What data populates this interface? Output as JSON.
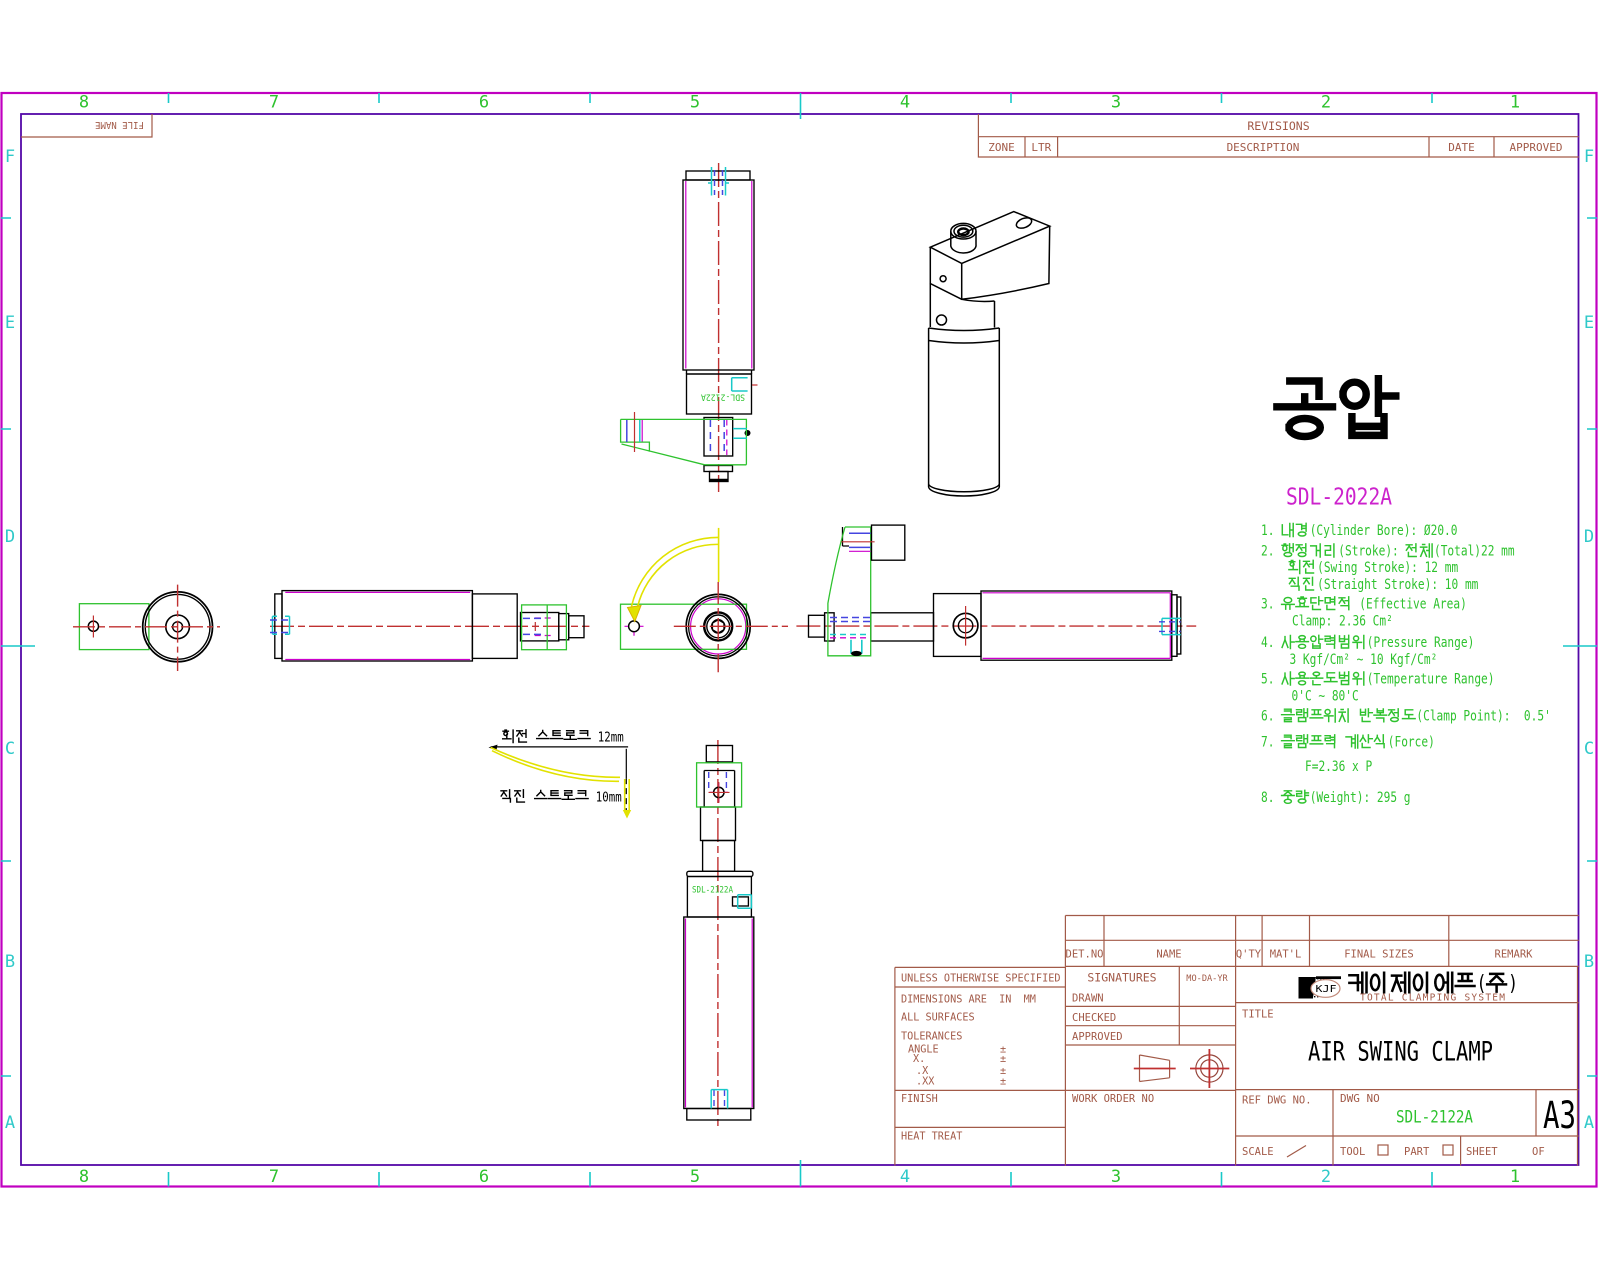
{
  "sheet": {
    "zones_top": [
      "8",
      "7",
      "6",
      "5",
      "4",
      "3",
      "2",
      "1"
    ],
    "zones_bottom": [
      "8",
      "7",
      "6",
      "5",
      "4",
      "3",
      "2",
      "1"
    ],
    "rows_left": [
      "F",
      "E",
      "D",
      "C",
      "B",
      "A"
    ],
    "rows_right": [
      "F",
      "E",
      "D",
      "C",
      "B",
      "A"
    ],
    "file_name_label": "FILE NAME"
  },
  "revisions": {
    "title": "REVISIONS",
    "zone": "ZONE",
    "ltr": "LTR",
    "description": "DESCRIPTION",
    "date": "DATE",
    "approved": "APPROVED"
  },
  "drawing": {
    "korean_title": "공압",
    "model": "SDL-2022A",
    "part_label_top": "SDL-2122A",
    "part_label_bottom": "SDL-2122A",
    "notes": [
      "1. 내경(Cylinder Bore): Ø20.0",
      "2. 행정거리(Stroke): 전체(Total)22 mm",
      "회전(Swing Stroke): 12 mm",
      "직진(Straight Stroke): 10 mm",
      "3. 유효단면적 (Effective Area)",
      "Clamp: 2.36 Cm²",
      "4. 사용압력범위(Pressure Range)",
      "3 Kgf/Cm² ~ 10 Kgf/Cm²",
      "5. 사용온도범위(Temperature Range)",
      "0'C ~ 80'C",
      "6. 클램프위치 반복정도(Clamp Point):  0.5'",
      "7. 클램프력 계산식(Force)",
      "F=2.36 x P",
      "8. 중량(Weight): 295 g"
    ],
    "stroke_note_swing": "회전 스트로크 12mm",
    "stroke_note_straight": "직진 스트로크 10mm"
  },
  "title_block": {
    "parts_header": {
      "det_no": "DET.NO",
      "name": "NAME",
      "qty": "Q'TY",
      "matl": "MAT'L",
      "final_sizes": "FINAL SIZES",
      "remark": "REMARK"
    },
    "specs": {
      "unless": "UNLESS OTHERWISE SPECIFIED",
      "dimensions": "DIMENSIONS ARE  IN  MM",
      "surfaces": "ALL SURFACES",
      "tolerances": "TOLERANCES",
      "angle": "ANGLE",
      "x": "X.",
      "dot_x": ".X",
      "dot_xx": ".XX",
      "pm": "±",
      "finish": "FINISH",
      "heat_treat": "HEAT TREAT"
    },
    "signatures": {
      "title": "SIGNATURES",
      "date_format": "MO-DA-YR",
      "drawn": "DRAWN",
      "checked": "CHECKED",
      "approved": "APPROVED",
      "work_order": "WORK ORDER NO"
    },
    "company": {
      "logo": "KJF",
      "name": "케이제이에프(주)",
      "tagline": "TOTAL CLAMPING SYSTEM"
    },
    "title_label": "TITLE",
    "title": "AIR SWING CLAMP",
    "ref_dwg_label": "REF DWG NO.",
    "dwg_no_label": "DWG NO",
    "dwg_no": "SDL-2122A",
    "sheet_size": "A3",
    "scale_label": "SCALE",
    "tool_label": "TOOL",
    "part_label": "PART",
    "sheet_label": "SHEET",
    "of_label": "OF"
  },
  "colors": {
    "frame_outer": "#c000c0",
    "frame_inner": "#5408a8",
    "table": "#a25a48",
    "green": "#2ec22e",
    "cyan": "#18c9c9",
    "red": "#c03030",
    "blue": "#4545e0",
    "magenta": "#cc00cc",
    "yellow": "#e2e200"
  }
}
